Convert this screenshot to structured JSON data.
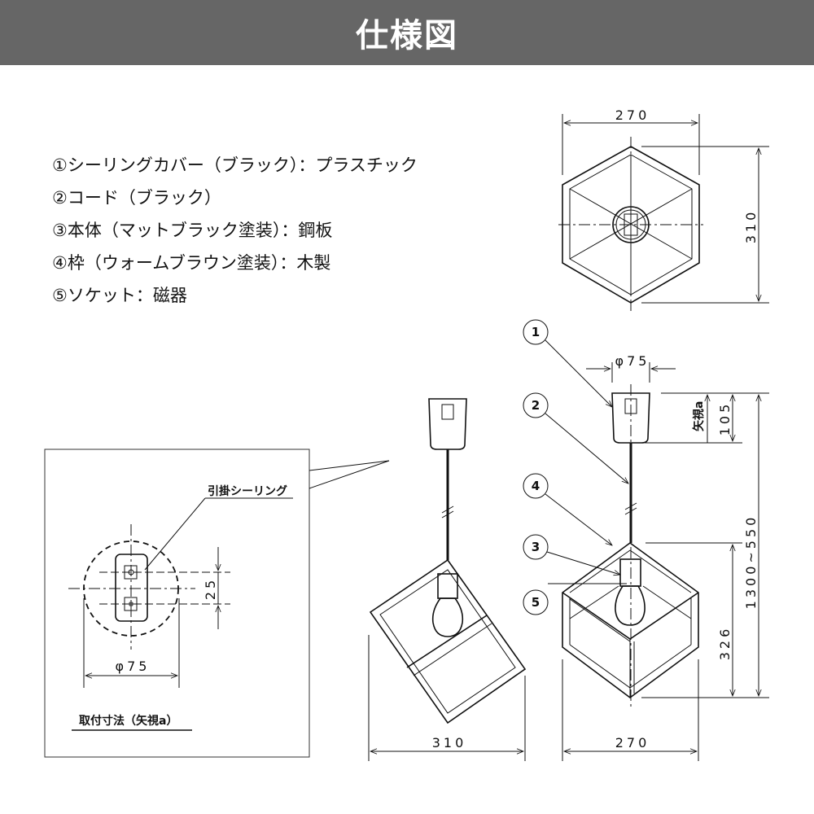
{
  "header": {
    "title": "仕様図"
  },
  "specs": [
    "①シーリングカバー（ブラック）：プラスチック",
    "②コード（ブラック）",
    "③本体（マットブラック塗装）：鋼板",
    "④枠（ウォームブラウン塗装）：木製",
    "⑤ソケット：磁器"
  ],
  "top_view": {
    "width_dim": "270",
    "depth_dim": "310"
  },
  "front_view": {
    "canopy_dim": "φ75",
    "canopy_height_dim": "105",
    "view_arrow_label": "矢視a",
    "total_length_dim": "1300~550",
    "body_height_dim": "326",
    "width_dim": "270",
    "callouts": [
      "1",
      "2",
      "3",
      "4",
      "5"
    ]
  },
  "side_view": {
    "width_dim": "310"
  },
  "detail": {
    "ceiling_label": "引掛シーリング",
    "pitch_dim": "25",
    "diameter_dim": "φ75",
    "caption": "取付寸法（矢視a）"
  }
}
